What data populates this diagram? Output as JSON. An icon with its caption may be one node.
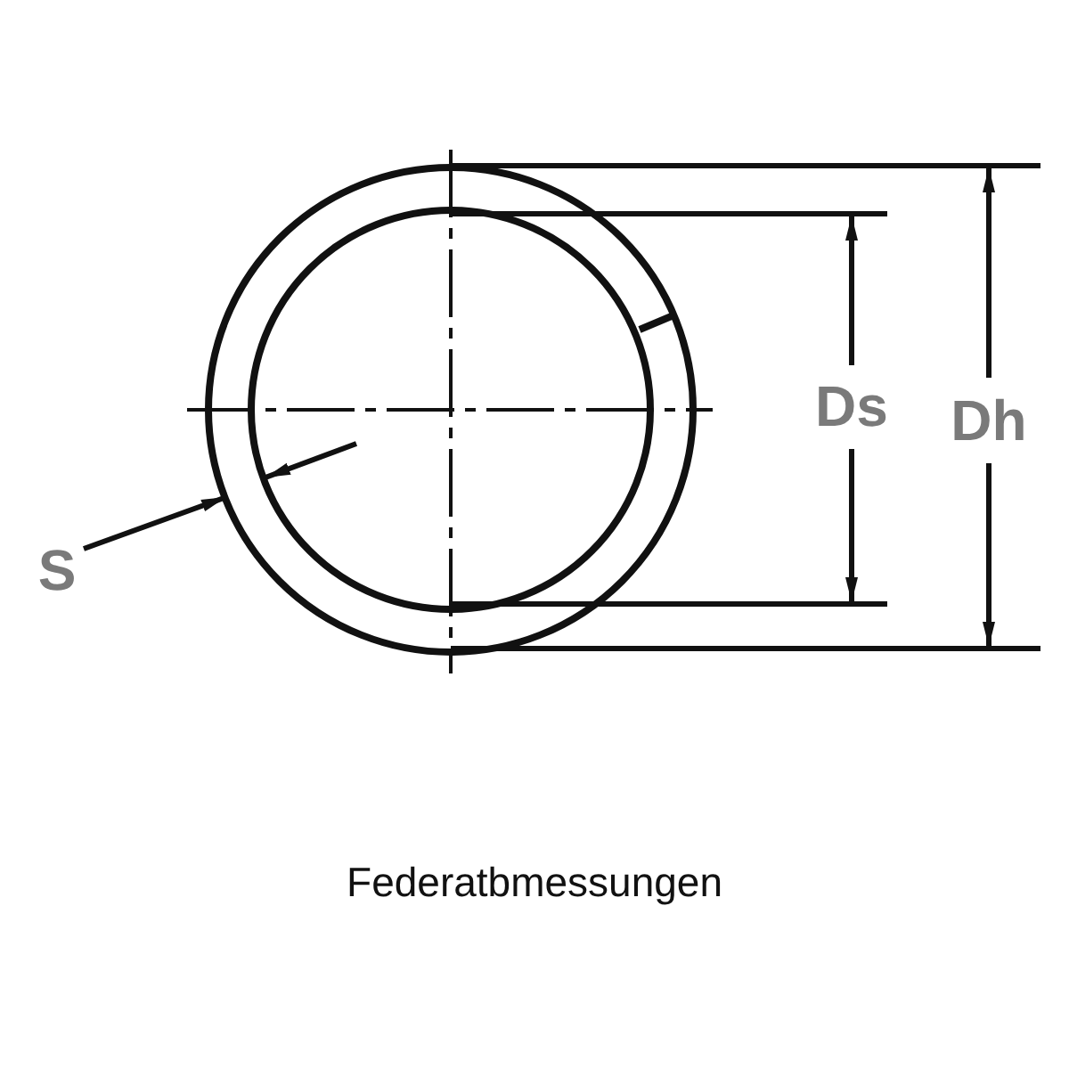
{
  "diagram": {
    "caption": "Federatbmessungen",
    "labels": [
      "S",
      "Ds",
      "Dh"
    ]
  }
}
